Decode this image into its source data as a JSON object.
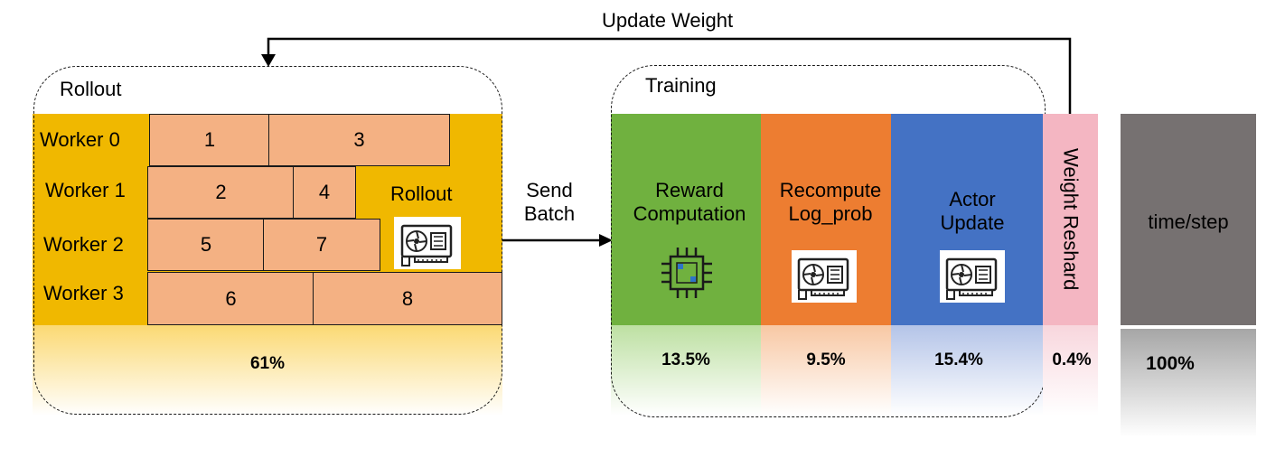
{
  "arrow_labels": {
    "update_weight": "Update Weight",
    "send_batch": "Send\nBatch"
  },
  "rollout": {
    "group_title": "Rollout",
    "area_label": "Rollout",
    "workers": [
      "Worker 0",
      "Worker 1",
      "Worker 2",
      "Worker 3"
    ],
    "batches": [
      "1",
      "3",
      "2",
      "4",
      "5",
      "7",
      "6",
      "8"
    ],
    "percent": "61%"
  },
  "training": {
    "group_title": "Training",
    "stages": [
      {
        "label": "Reward\nComputation",
        "percent": "13.5%",
        "color": "#70b13f",
        "icon": "cpu-icon"
      },
      {
        "label": "Recompute\nLog_prob",
        "percent": "9.5%",
        "color": "#ed7d31",
        "icon": "gpu-icon"
      },
      {
        "label": "Actor\nUpdate",
        "percent": "15.4%",
        "color": "#4472c4",
        "icon": "gpu-icon"
      }
    ]
  },
  "weight_reshard": {
    "label": "Weight Reshard",
    "percent": "0.4%",
    "color": "#f4b6c2"
  },
  "time_step": {
    "label": "time/step",
    "percent": "100%",
    "color": "#767171"
  },
  "colors": {
    "rollout_bg": "#f0b800",
    "batch_cell": "#f4b183"
  }
}
